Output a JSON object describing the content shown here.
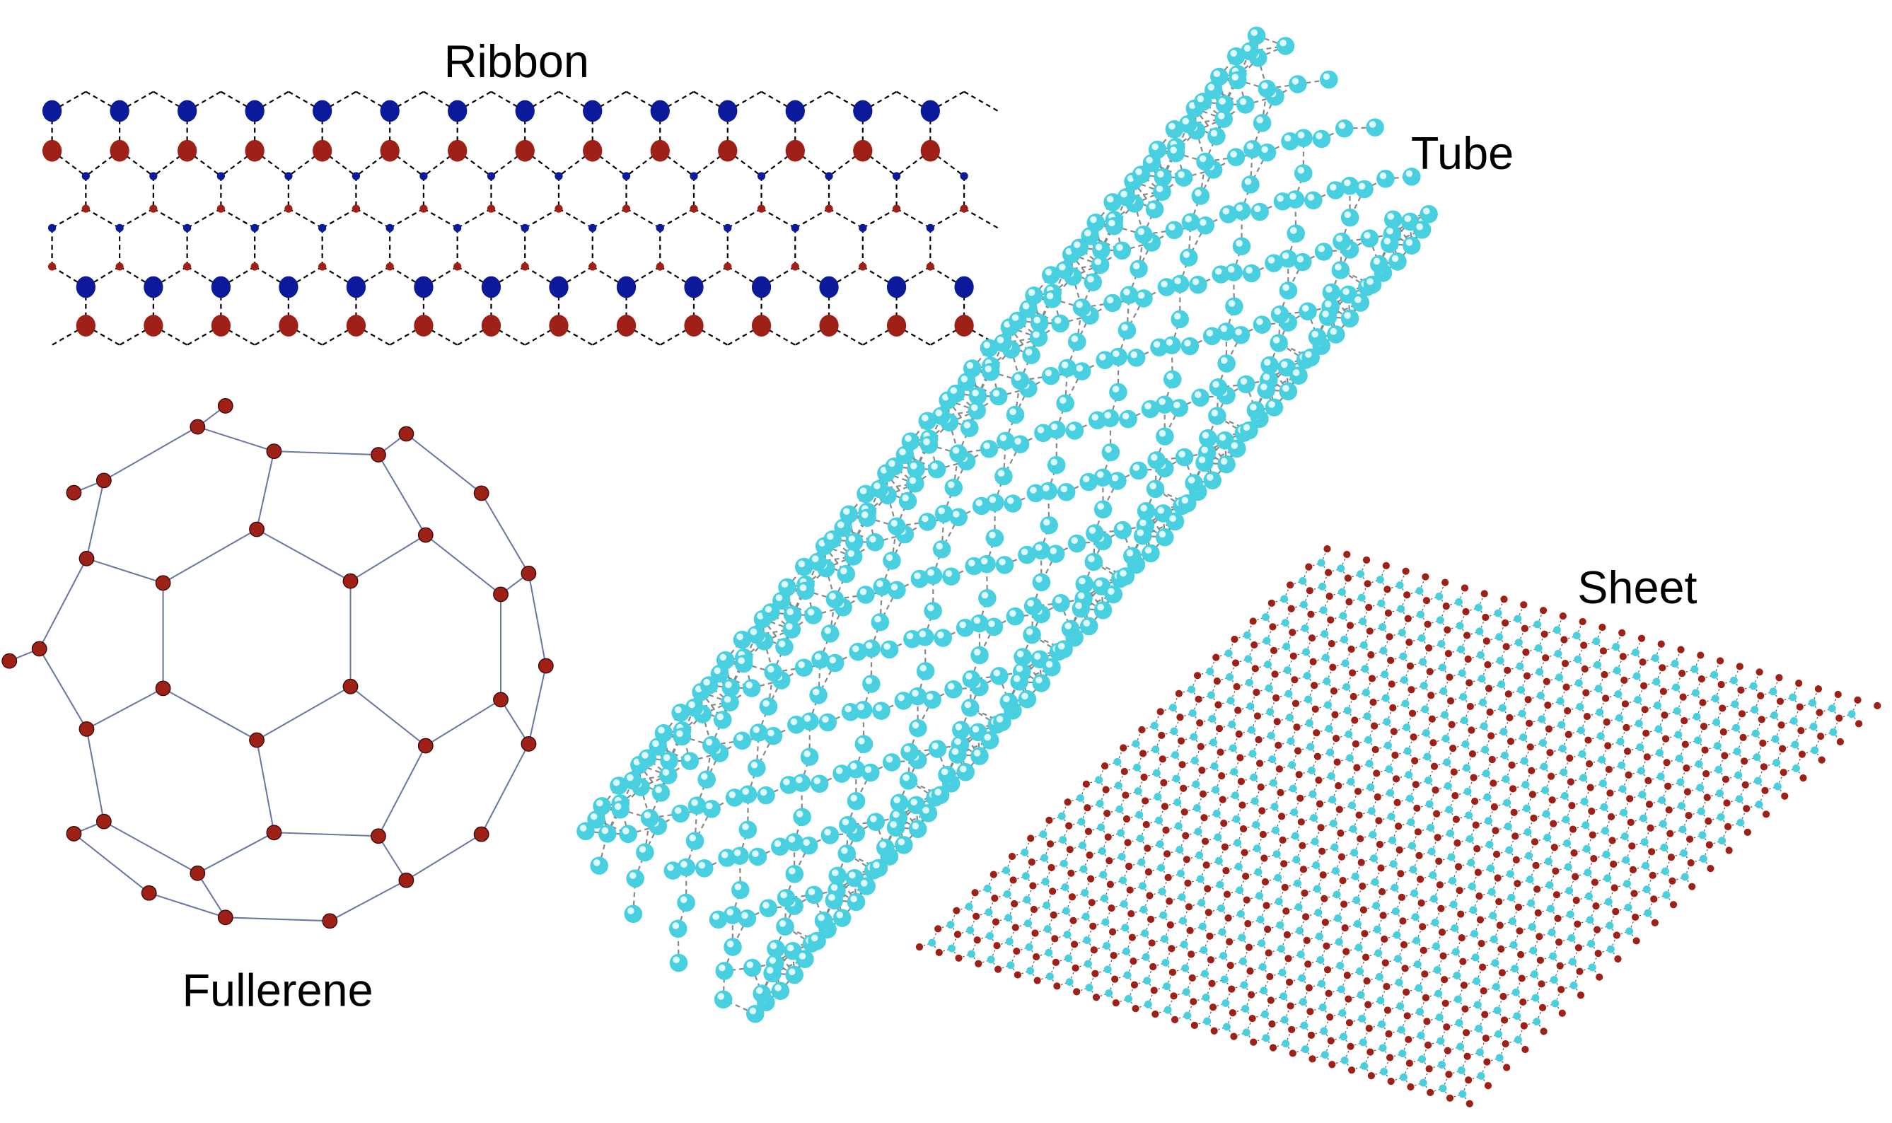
{
  "labels": {
    "ribbon": "Ribbon",
    "tube": "Tube",
    "sheet": "Sheet",
    "fullerene": "Fullerene"
  },
  "colors": {
    "blue": "#0a1a9a",
    "red": "#9e2016",
    "cyan": "#48d0e0",
    "fullerene_edge": "#6878a0",
    "bond": "#777777"
  }
}
